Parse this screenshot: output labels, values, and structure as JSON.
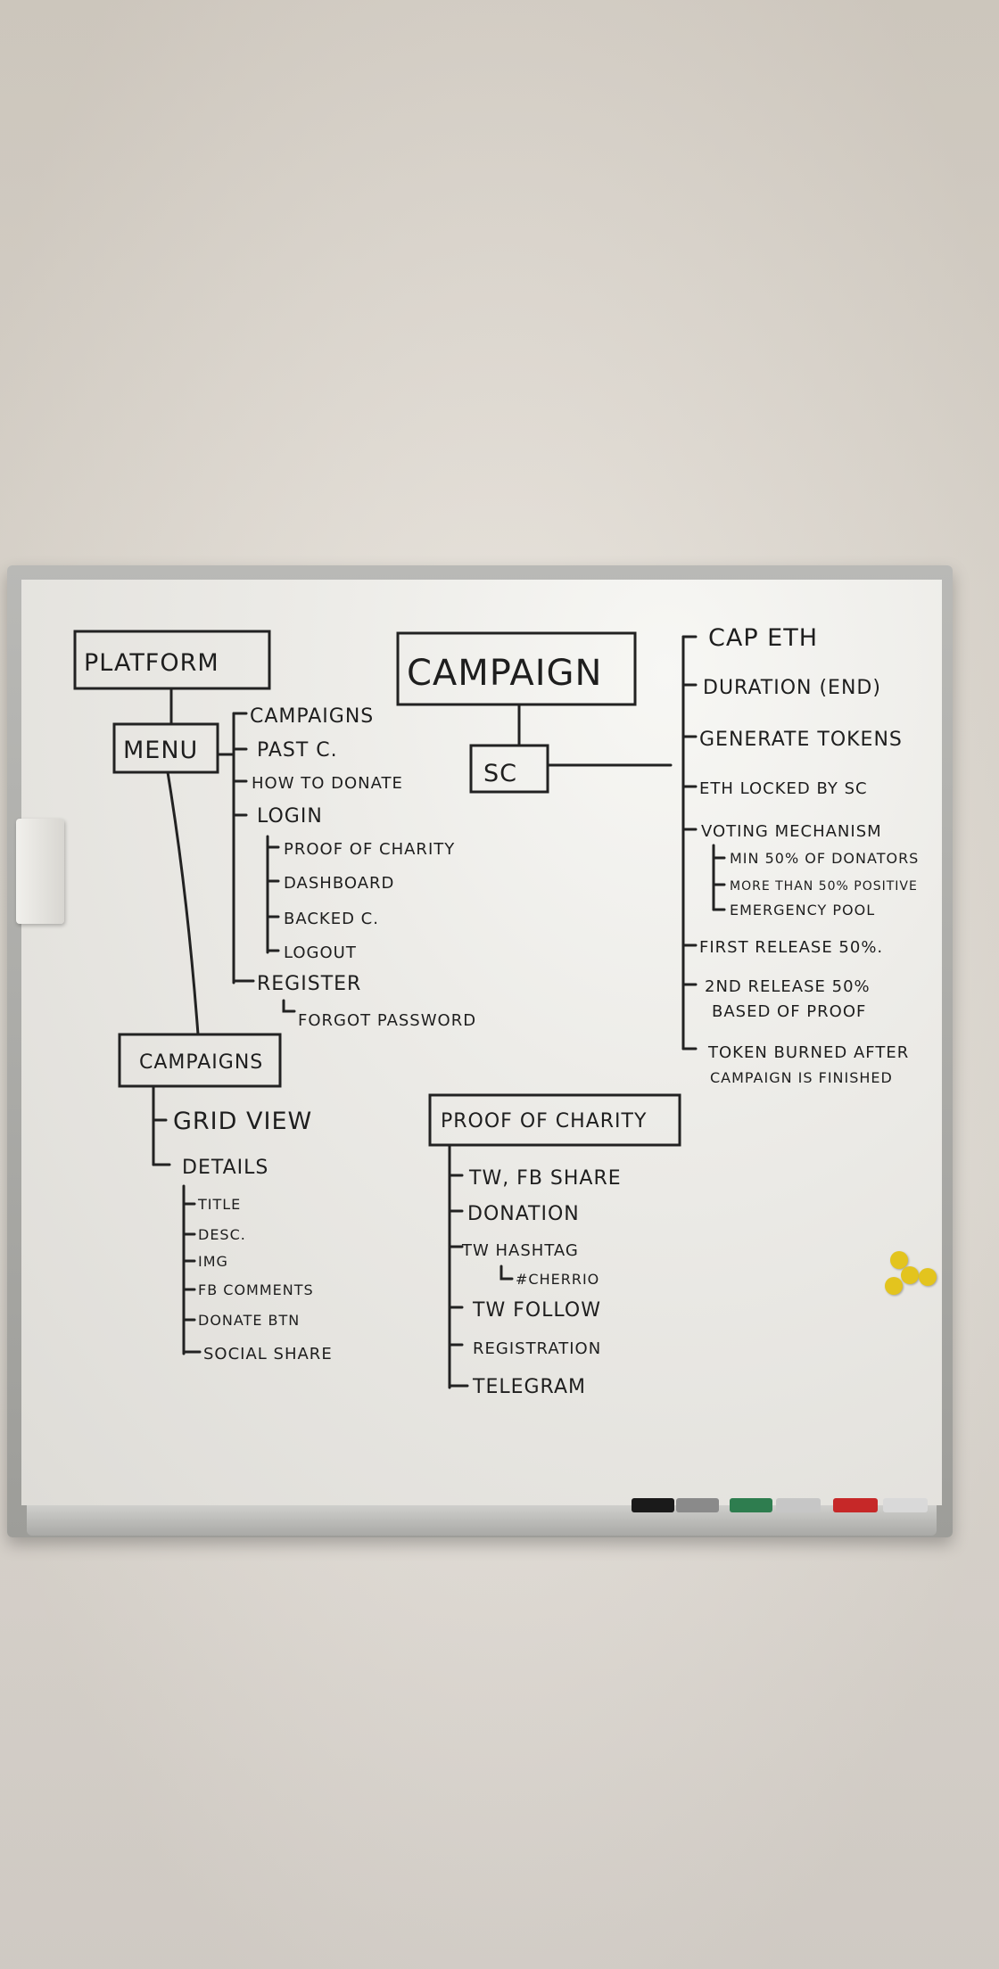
{
  "platform": {
    "title": "PLATFORM",
    "menu": "MENU",
    "menu_items": [
      "CAMPAIGNS",
      "PAST C.",
      "HOW TO DONATE",
      "LOGIN",
      "REGISTER"
    ],
    "login_items": [
      "PROOF OF CHARITY",
      "DASHBOARD",
      "BACKED C.",
      "LOGOUT"
    ],
    "register_items": [
      "FORGOT PASSWORD"
    ]
  },
  "campaigns": {
    "title": "CAMPAIGNS",
    "items": [
      "GRID VIEW",
      "DETAILS"
    ],
    "details": [
      "TITLE",
      "DESC.",
      "IMG",
      "FB COMMENTS",
      "DONATE BTN",
      "SOCIAL SHARE"
    ]
  },
  "campaign": {
    "title": "CAMPAIGN",
    "sc": "SC",
    "items": [
      "CAP ETH",
      "DURATION (END)",
      "GENERATE TOKENS",
      "ETH LOCKED BY SC",
      "VOTING MECHANISM",
      "FIRST RELEASE 50%.",
      "2ND RELEASE 50%",
      "TOKEN BURNED AFTER"
    ],
    "voting_items": [
      "MIN 50% OF DONATORS",
      "MORE THAN 50% POSITIVE",
      "EMERGENCY POOL"
    ],
    "second_release_note": "BASED OF PROOF",
    "token_burned_note": "CAMPAIGN IS FINISHED"
  },
  "proof_of_charity": {
    "title": "PROOF OF CHARITY",
    "items": [
      "TW, FB SHARE",
      "DONATION",
      "TW HASHTAG",
      "TW FOLLOW",
      "REGISTRATION",
      "TELEGRAM"
    ],
    "hashtag_note": "#CHERRIO"
  },
  "colors": {
    "ink": "#1e1e1e",
    "magnet": "#e3c41e",
    "markers": [
      "#1a1a1a",
      "#8a8a8a",
      "#2e7d4f",
      "#c6c6c6",
      "#c62828",
      "#d9d9d9"
    ]
  }
}
